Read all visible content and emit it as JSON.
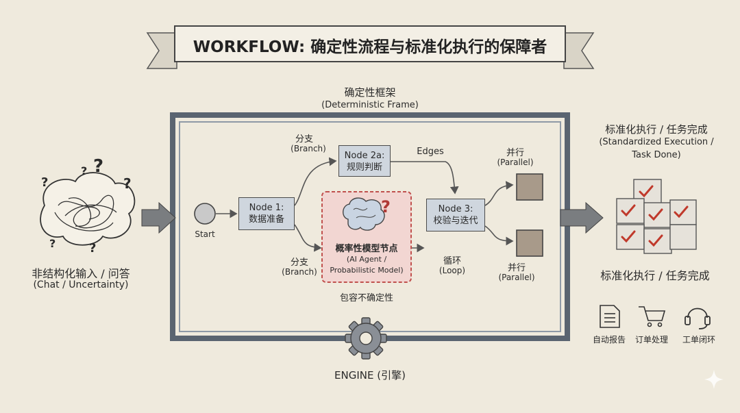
{
  "banner": {
    "title": "WORKFLOW: 确定性流程与标准化执行的保障者"
  },
  "frame": {
    "title": "确定性框架",
    "subtitle": "(Deterministic Frame)"
  },
  "input": {
    "title": "非结构化输入 / 问答",
    "subtitle": "(Chat / Uncertainty)"
  },
  "start": {
    "label": "Start"
  },
  "node1": {
    "line1": "Node 1:",
    "line2": "数据准备"
  },
  "node2a": {
    "line1": "Node 2a:",
    "line2": "规则判断"
  },
  "node3": {
    "line1": "Node 3:",
    "line2": "校验与迭代"
  },
  "ai_node": {
    "title": "概率性模型节点",
    "line2": "(AI Agent /",
    "line3": "Probabilistic Model)",
    "caption": "包容不确定性"
  },
  "branch_top": {
    "label": "分支",
    "sub": "(Branch)"
  },
  "branch_bottom": {
    "label": "分支",
    "sub": "(Branch)"
  },
  "edges": {
    "label": "Edges"
  },
  "loop": {
    "label": "循环",
    "sub": "(Loop)"
  },
  "parallel_top": {
    "label": "并行",
    "sub": "(Parallel)"
  },
  "parallel_bottom": {
    "label": "并行",
    "sub": "(Parallel)"
  },
  "engine": {
    "label": "ENGINE (引擎)"
  },
  "output": {
    "title": "标准化执行 / 任务完成",
    "subtitle1": "(Standardized Execution /",
    "subtitle2": "Task Done)",
    "title2": "标准化执行 / 任务完成"
  },
  "examples": [
    {
      "icon": "document-icon",
      "label": "自动报告"
    },
    {
      "icon": "cart-icon",
      "label": "订单处理"
    },
    {
      "icon": "headset-icon",
      "label": "工单闭环"
    }
  ],
  "colors": {
    "background": "#efeadd",
    "frame": "#5a6470",
    "node_fill": "#cfd6de",
    "ai_fill": "#f2d6d2",
    "ai_border": "#c0504d",
    "check": "#c0392b",
    "arrow": "#555555"
  }
}
